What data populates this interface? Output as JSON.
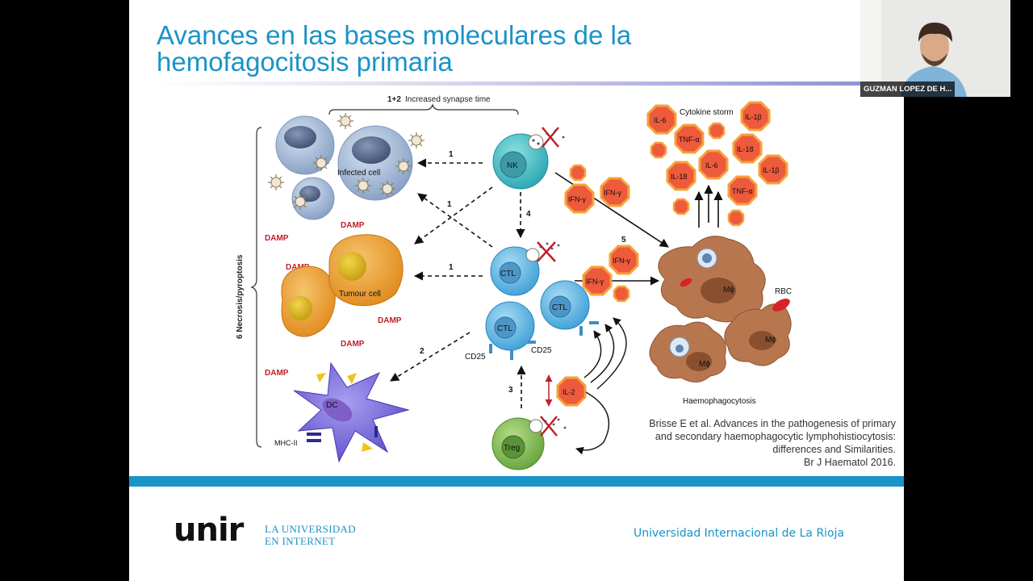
{
  "slide": {
    "title": "Avances en las bases moleculares de la hemofagocitosis primaria",
    "citation": {
      "line1": "Brisse E et al. Advances in the pathogenesis of primary",
      "line2": "and secondary haemophagocytic lymphohistiocytosis:",
      "line3": "differences and Similarities.",
      "line4": "Br J Haematol 2016."
    }
  },
  "figure": {
    "synapse_label": "1+2",
    "synapse_text": "Increased synapse time",
    "side_label": "6 Necrosis/pyroptosis",
    "infected_cell": "Infected cell",
    "tumour_cell": "Tumour cell",
    "damp": "DAMP",
    "nk": "NK",
    "ctl": "CTL",
    "cd25": "CD25",
    "dc": "DC",
    "mhc": "MHC-II",
    "treg": "Treg",
    "il2": "IL-2",
    "ifng": "IFN-γ",
    "cytokine_storm": "Cytokine storm",
    "il6": "IL-6",
    "il1b": "IL-1β",
    "tnfa": "TNF-α",
    "il18": "IL-18",
    "macrophage": "Mϕ",
    "rbc": "RBC",
    "haemophagocytosis": "Haemophagocytosis",
    "step_labels": {
      "s1": "1",
      "s2": "2",
      "s3": "3",
      "s4": "4",
      "s5": "5"
    }
  },
  "footer": {
    "logo": "unir",
    "tagline_line1": "LA UNIVERSIDAD",
    "tagline_line2": "EN INTERNET",
    "university": "Universidad Internacional de La Rioja"
  },
  "webcam": {
    "participant_name": "GUZMAN LOPEZ DE H..."
  },
  "colors": {
    "title_blue": "#1a93c8",
    "damp_red": "#c0202a",
    "cytokine_red": "#e8473a",
    "macrophage_brown": "#b8764f"
  }
}
